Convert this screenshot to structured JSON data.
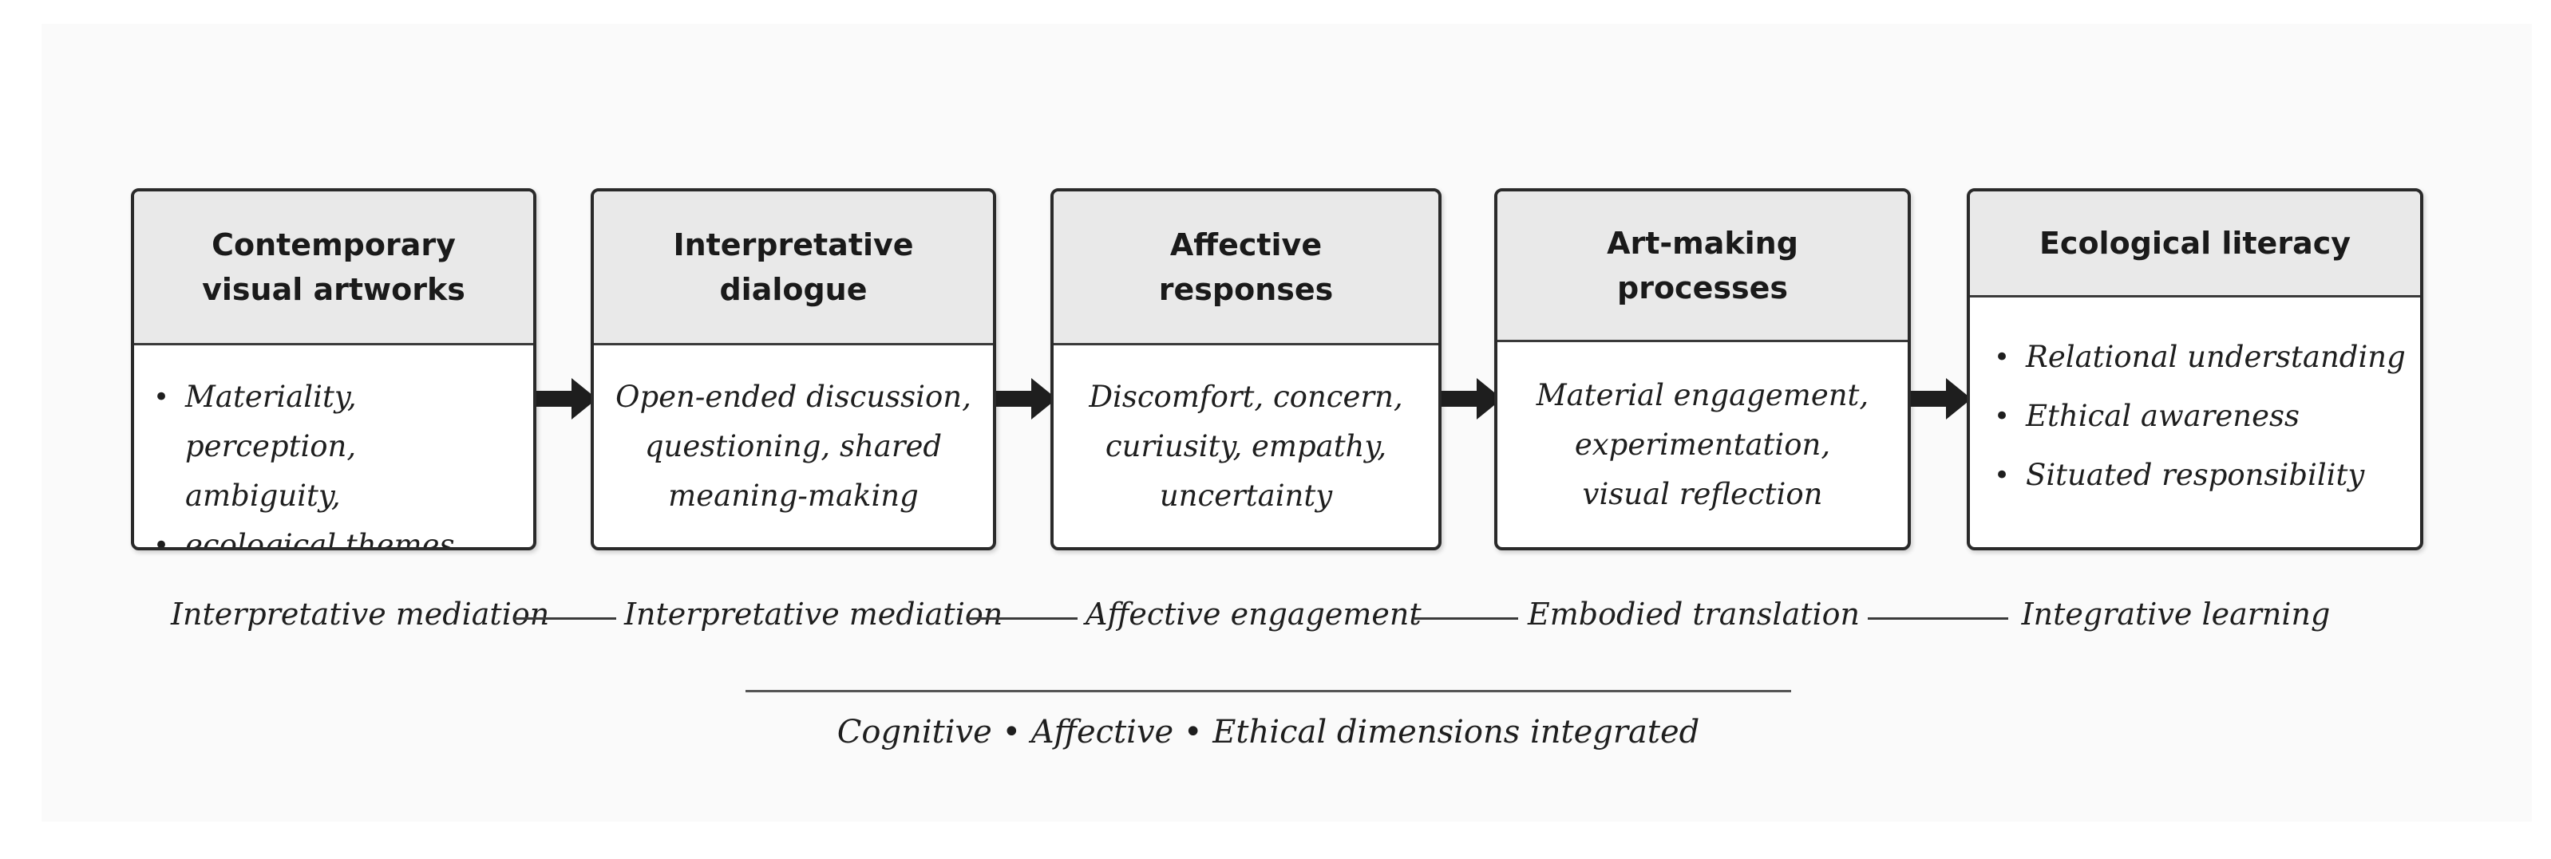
{
  "stages": [
    {
      "title_lines": [
        "Contemporary",
        "visual artworks"
      ],
      "bullets": [
        {
          "lines": [
            "Materiality, perception,",
            "ambiguity,"
          ]
        },
        {
          "lines": [
            "ecological themes"
          ]
        }
      ]
    },
    {
      "title_lines": [
        "Interpretative",
        "dialogue"
      ],
      "body_lines": [
        "Open-ended discussion,",
        "questioning, shared",
        "meaning-making"
      ]
    },
    {
      "title_lines": [
        "Affective",
        "responses"
      ],
      "body_lines": [
        "Discomfort, concern,",
        "curiusity, empathy,",
        "uncertainty"
      ]
    },
    {
      "title_lines": [
        "Art-making",
        "processes"
      ],
      "body_lines": [
        "Material engagement,",
        "experimentation,",
        "visual reflection"
      ]
    },
    {
      "title_lines": [
        "Ecological literacy"
      ],
      "bullets": [
        {
          "lines": [
            "Relational understanding"
          ]
        },
        {
          "lines": [
            "Ethical awareness"
          ]
        },
        {
          "lines": [
            "Situated responsibility"
          ]
        }
      ]
    }
  ],
  "stage_labels": [
    "Interpretative mediation",
    "Interpretative mediation",
    "Affective engagement",
    "Embodied translation",
    "Integrative learning"
  ],
  "footer": "Cognitive • Affective • Ethical dimensions integrated",
  "bullet_glyph": "•",
  "colors": {
    "header_fill": "#e9e9e9",
    "border": "#2a2a2a",
    "arrow": "#1e1e1e"
  },
  "icons": {
    "flow_arrow": "right-arrow-icon"
  }
}
